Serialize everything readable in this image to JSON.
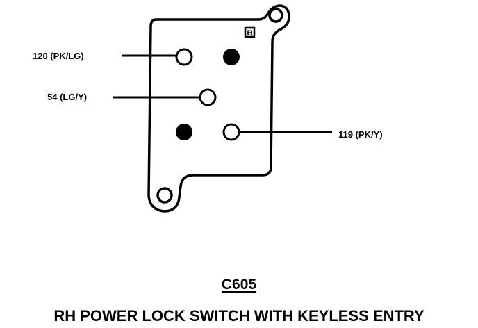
{
  "connector": {
    "id": "C605",
    "description": "RH POWER LOCK SWITCH WITH KEYLESS ENTRY",
    "marking": "B"
  },
  "wires": [
    {
      "circuit": "120",
      "color": "PK/LG",
      "label": "120 (PK/LG)"
    },
    {
      "circuit": "54",
      "color": "LG/Y",
      "label": "54 (LG/Y)"
    },
    {
      "circuit": "119",
      "color": "PK/Y",
      "label": "119 (PK/Y)"
    }
  ],
  "colors": {
    "line": "#000000",
    "background": "#ffffff"
  }
}
